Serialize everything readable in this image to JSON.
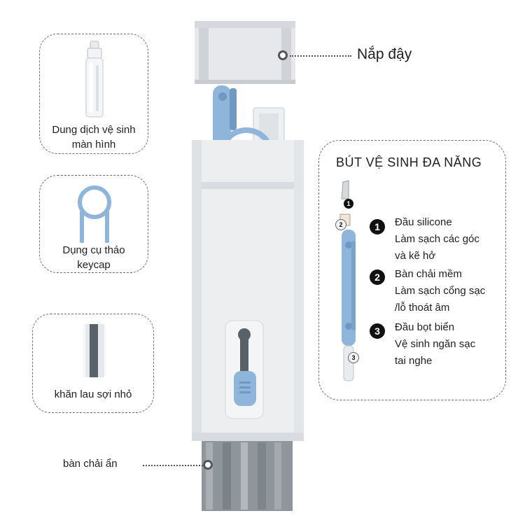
{
  "cards": {
    "spray": {
      "label_line1": "Dung dịch vệ sinh",
      "label_line2": "màn hình"
    },
    "keycap": {
      "label_line1": "Dụng cụ tháo",
      "label_line2": "keycap"
    },
    "cloth": {
      "label_line1": "khăn lau sợi nhỏ"
    }
  },
  "labels": {
    "lid": "Nắp đậy",
    "brush": "bàn chải ẩn"
  },
  "pen_panel": {
    "title": "BÚT VỆ SINH ĐA NĂNG",
    "features": [
      {
        "num": "1",
        "title": "Đầu silicone",
        "desc_line1": "Làm sạch các góc",
        "desc_line2": "và kẽ hở"
      },
      {
        "num": "2",
        "title": "Bàn chải mềm",
        "desc_line1": "Làm sạch cổng sạc",
        "desc_line2": "/lỗ thoát âm"
      },
      {
        "num": "3",
        "title": "Đầu bọt biển",
        "desc_line1": "Vệ sinh ngăn sạc",
        "desc_line2": "tai nghe"
      }
    ]
  },
  "colors": {
    "accent_blue": "#8fb5da",
    "body_gray": "#eceef0",
    "dark_gray": "#5a6269"
  }
}
